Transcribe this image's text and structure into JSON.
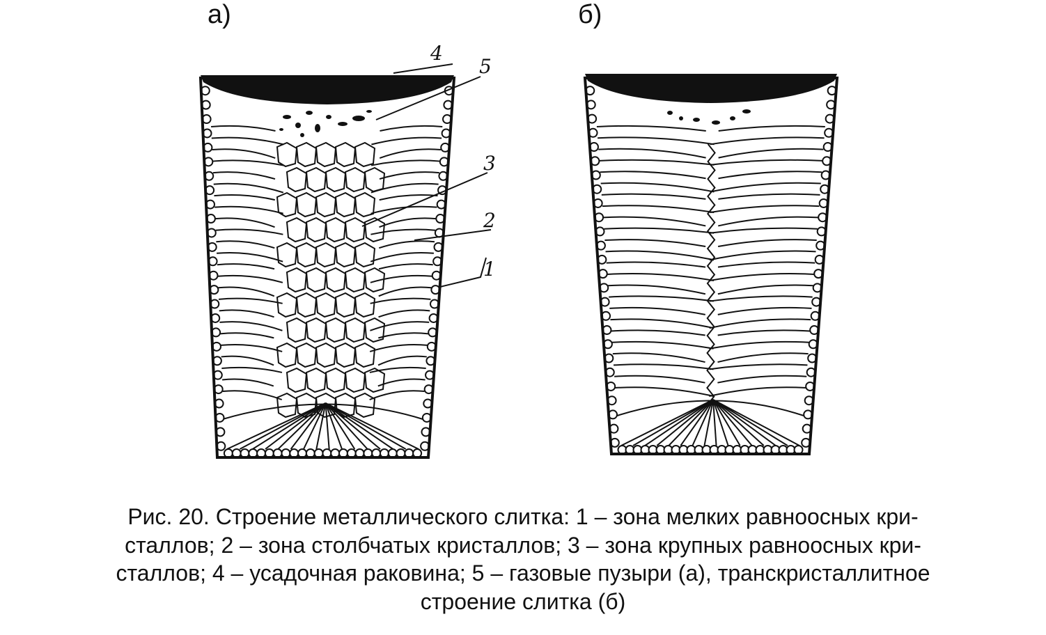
{
  "panels": [
    {
      "label": "а)"
    },
    {
      "label": "б)"
    }
  ],
  "callouts": [
    "1",
    "2",
    "3",
    "4",
    "5"
  ],
  "caption": {
    "lines": [
      "Рис. 20. Строение металлического слитка: 1 – зона мелких равноосных кри-",
      "сталлов; 2 – зона столбчатых кристаллов; 3 – зона крупных равноосных кри-",
      "сталлов; 4 – усадочная раковина; 5 – газовые пузыри (а), транскристаллитное",
      "строение слитка (б)"
    ]
  }
}
